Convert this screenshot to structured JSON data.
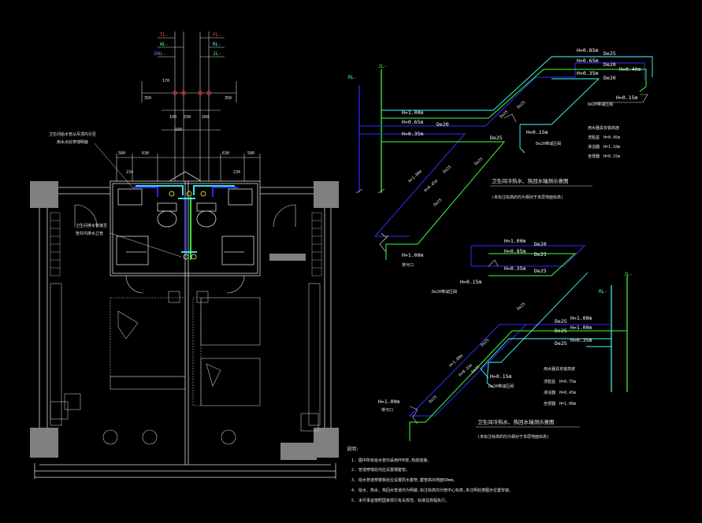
{
  "colors": {
    "background": "#000000",
    "wall": "#808080",
    "line_white": "#d9d9d9",
    "hot_water": "#40ff40",
    "cold_water": "#2e2eff",
    "reclaimed_water": "#40ffff",
    "accent_red": "#ff3030",
    "accent_yellow": "#ffff40"
  },
  "plan": {
    "risers": {
      "tl": "TL-",
      "fl": "FL-",
      "wl": "WL-",
      "rl": "RL-",
      "dhl": "DHL-",
      "jl": "JL-"
    },
    "dims": {
      "d100": "100",
      "d330": "330",
      "d260": "260",
      "d580_left": "580",
      "d630_left": "630",
      "d630_right": "630",
      "d580_right": "580",
      "d350a": "350",
      "d350b": "350",
      "d160": "160",
      "d234a": "234",
      "d234b": "234",
      "d170": "170"
    },
    "note_left_1": "卫生间给水管从吊顶内引至",
    "note_left_2": "用水点处穿墙明装",
    "note_mid_1": "卫生间排水管接至",
    "note_mid_2": "管井内排水立管"
  },
  "upper_axon": {
    "risers": {
      "jl": "JL-",
      "rl": "RL-"
    },
    "pipe_labels": {
      "h085a": "H=0.85m",
      "de25a": "De25",
      "h065a": "H=0.65m",
      "de20a": "De20",
      "h040a": "H=0.40m",
      "h035a": "H=0.35m",
      "de20b": "De20",
      "h015a": "H=0.15m",
      "de25b": "De25",
      "de25c": "De25",
      "de25d": "De25",
      "h100a": "H=1.00m",
      "h065b": "H=0.65m",
      "de20c": "De20",
      "h035b": "H=0.35m",
      "de25e": "De25",
      "h015b": "H=0.15m",
      "de20_pressure": "De20带减压阀",
      "de25f": "De25",
      "h100b": "H=1.00m",
      "h045": "H=0.45m",
      "de25g": "De25",
      "h100c": "H=1.00m",
      "lbl_drain": "排污口"
    },
    "legend_title": "用水器具安装高度",
    "legend": [
      {
        "name": "洗脸盆",
        "value": "H=0.45m"
      },
      {
        "name": "淋浴器",
        "value": "H=1.10m"
      },
      {
        "name": "坐便器",
        "value": "H=0.15m"
      }
    ],
    "title": "卫生间冷热水、热回水轴测示意图",
    "subtitle": "(未标注标高的均为相对于本层地面标高)"
  },
  "lower_axon": {
    "risers": {
      "rl": "RL-",
      "jl": "JL-"
    },
    "pipe_labels": {
      "h100a": "H=1.00m",
      "de20a": "De20",
      "h085a": "H=0.85m",
      "de25a": "De25",
      "h035a": "H=0.35m",
      "de25b": "De25",
      "h015a": "H=0.15m",
      "de20_pressure_a": "De20带减压阀",
      "de25c": "De25",
      "h100b": "H=1.00m",
      "de25d": "De25",
      "h100c": "H=1.00m",
      "de25e": "De25",
      "h035b": "H=0.35m",
      "de25f": "De25",
      "de25g": "De25",
      "h015b": "H=0.15m",
      "de20_pressure_b": "De20带减压阀",
      "h100d": "H=1.00m",
      "lbl_drain": "排污口",
      "de25h": "De25"
    },
    "legend_title": "用水器具安装高度",
    "legend": [
      {
        "name": "洗脸盆",
        "value": "H=0.75m"
      },
      {
        "name": "淋浴器",
        "value": "H=0.45m"
      },
      {
        "name": "坐便器",
        "value": "H=1.00m"
      }
    ],
    "title": "卫生间冷热水、热回水轴测示意图",
    "subtitle": "(未标注标高的均为相对于本层地面标高)"
  },
  "notes": {
    "heading": "说明:",
    "items": [
      "1. 图中所有给水管均采用PPR管,热熔连接。",
      "2. 管道穿墙处均应设置钢套管。",
      "3. 给水管道穿楼板处应设置防水套管,套管高出地面50mm。",
      "4. 给水、热水、热回水管道均为明装,标注标高均为管中心标高,未注明处按图示位置安装。",
      "5. 未尽事宜按照国家现行有关规范、标准及规程执行。"
    ]
  }
}
